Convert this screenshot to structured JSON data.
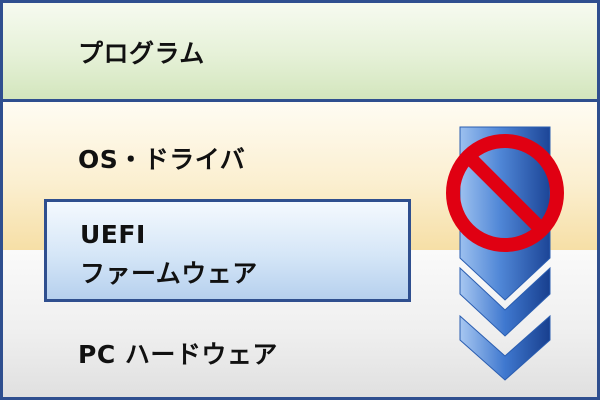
{
  "layers": {
    "program": "プログラム",
    "os_driver": "OS・ドライバ",
    "uefi_line1": "UEFI",
    "uefi_line2": "ファームウェア",
    "pc_hardware": "PC ハードウェア"
  },
  "colors": {
    "border": "#2f4f8f",
    "arrow_dark": "#1f4fa0",
    "arrow_light": "#8fb6ec",
    "prohibit_red": "#e00012"
  },
  "icons": {
    "arrow": "down-arrow-icon",
    "chevrons": "chevron-down-icon",
    "prohibit": "prohibited-icon"
  }
}
